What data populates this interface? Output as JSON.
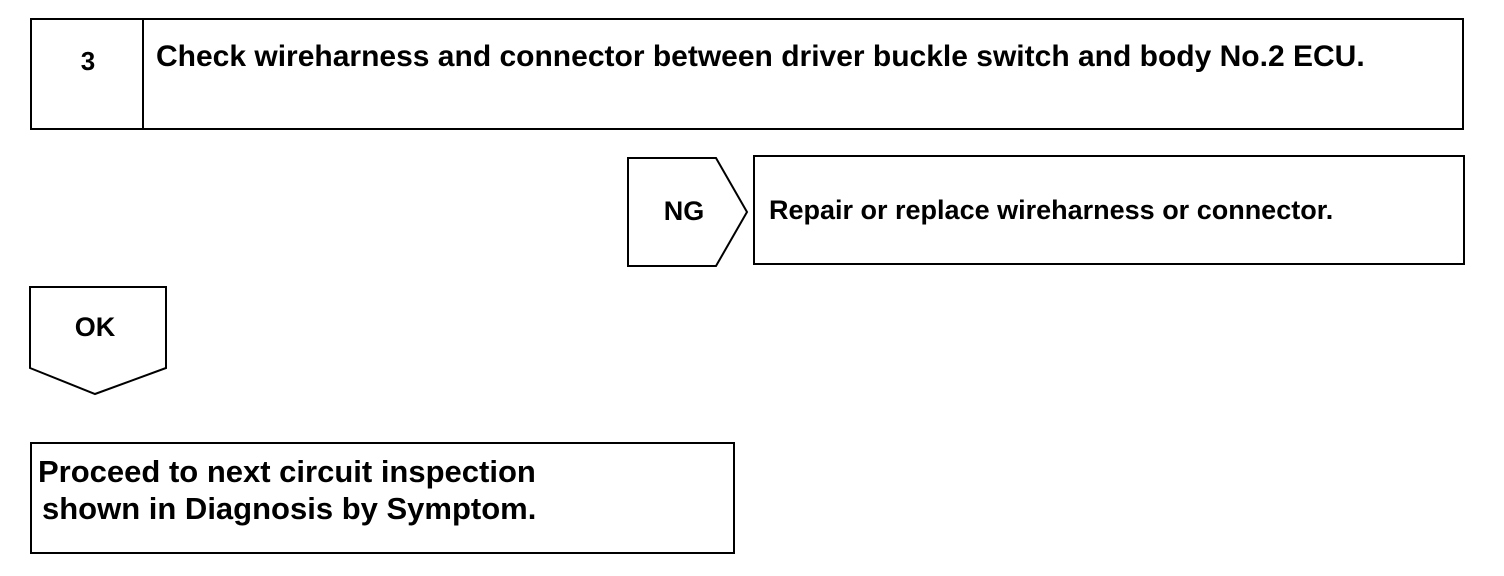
{
  "step": {
    "number": "3",
    "text": "Check wireharness and connector between driver buckle switch and body No.2 ECU."
  },
  "ng_branch": {
    "label": "NG",
    "result": "Repair or replace wireharness or connector."
  },
  "ok_branch": {
    "label": "OK"
  },
  "proceed": {
    "line1": "Proceed to next circuit inspection",
    "line2": "shown in Diagnosis by Symptom."
  },
  "colors": {
    "line": "#000000",
    "background": "#ffffff"
  }
}
